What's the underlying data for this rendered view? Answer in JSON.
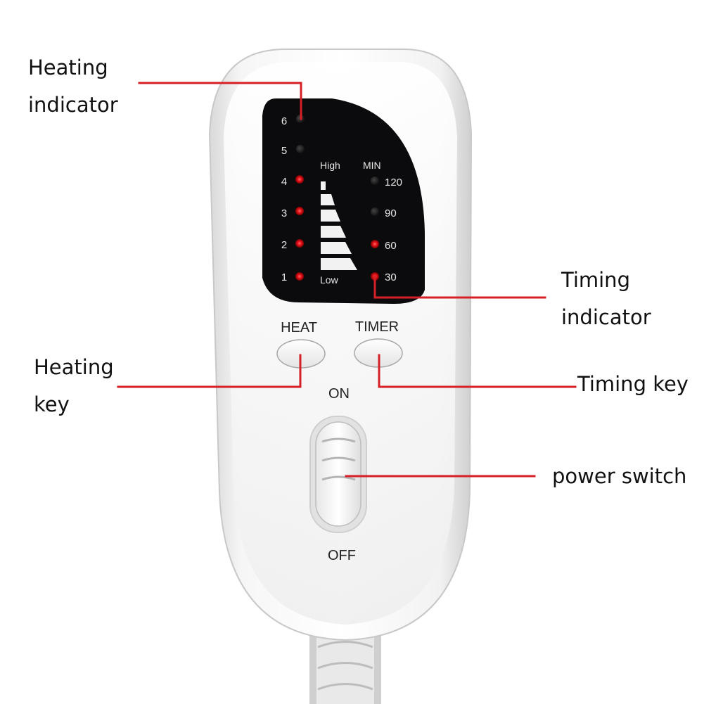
{
  "callouts": {
    "heating_indicator": [
      "Heating",
      "indicator"
    ],
    "timing_indicator": [
      "Timing",
      "indicator"
    ],
    "heating_key": [
      "Heating",
      "key"
    ],
    "timing_key": "Timing key",
    "power_switch": "power switch"
  },
  "panel": {
    "heat_levels": [
      "6",
      "5",
      "4",
      "3",
      "2",
      "1"
    ],
    "heat_levels_lit": [
      false,
      false,
      true,
      true,
      true,
      true
    ],
    "high_label": "High",
    "low_label": "Low",
    "min_label": "MIN",
    "timer_values": [
      "120",
      "90",
      "60",
      "30"
    ],
    "timer_values_lit": [
      false,
      false,
      true,
      true
    ]
  },
  "keys": {
    "heat_label": "HEAT",
    "timer_label": "TIMER"
  },
  "switch": {
    "on_label": "ON",
    "off_label": "OFF"
  },
  "colors": {
    "led_on": "#e8141b",
    "led_off": "#1a1a1a",
    "leader_line": "#d61f26",
    "panel": "#0b0b0d",
    "body": "#f4f4f4"
  }
}
